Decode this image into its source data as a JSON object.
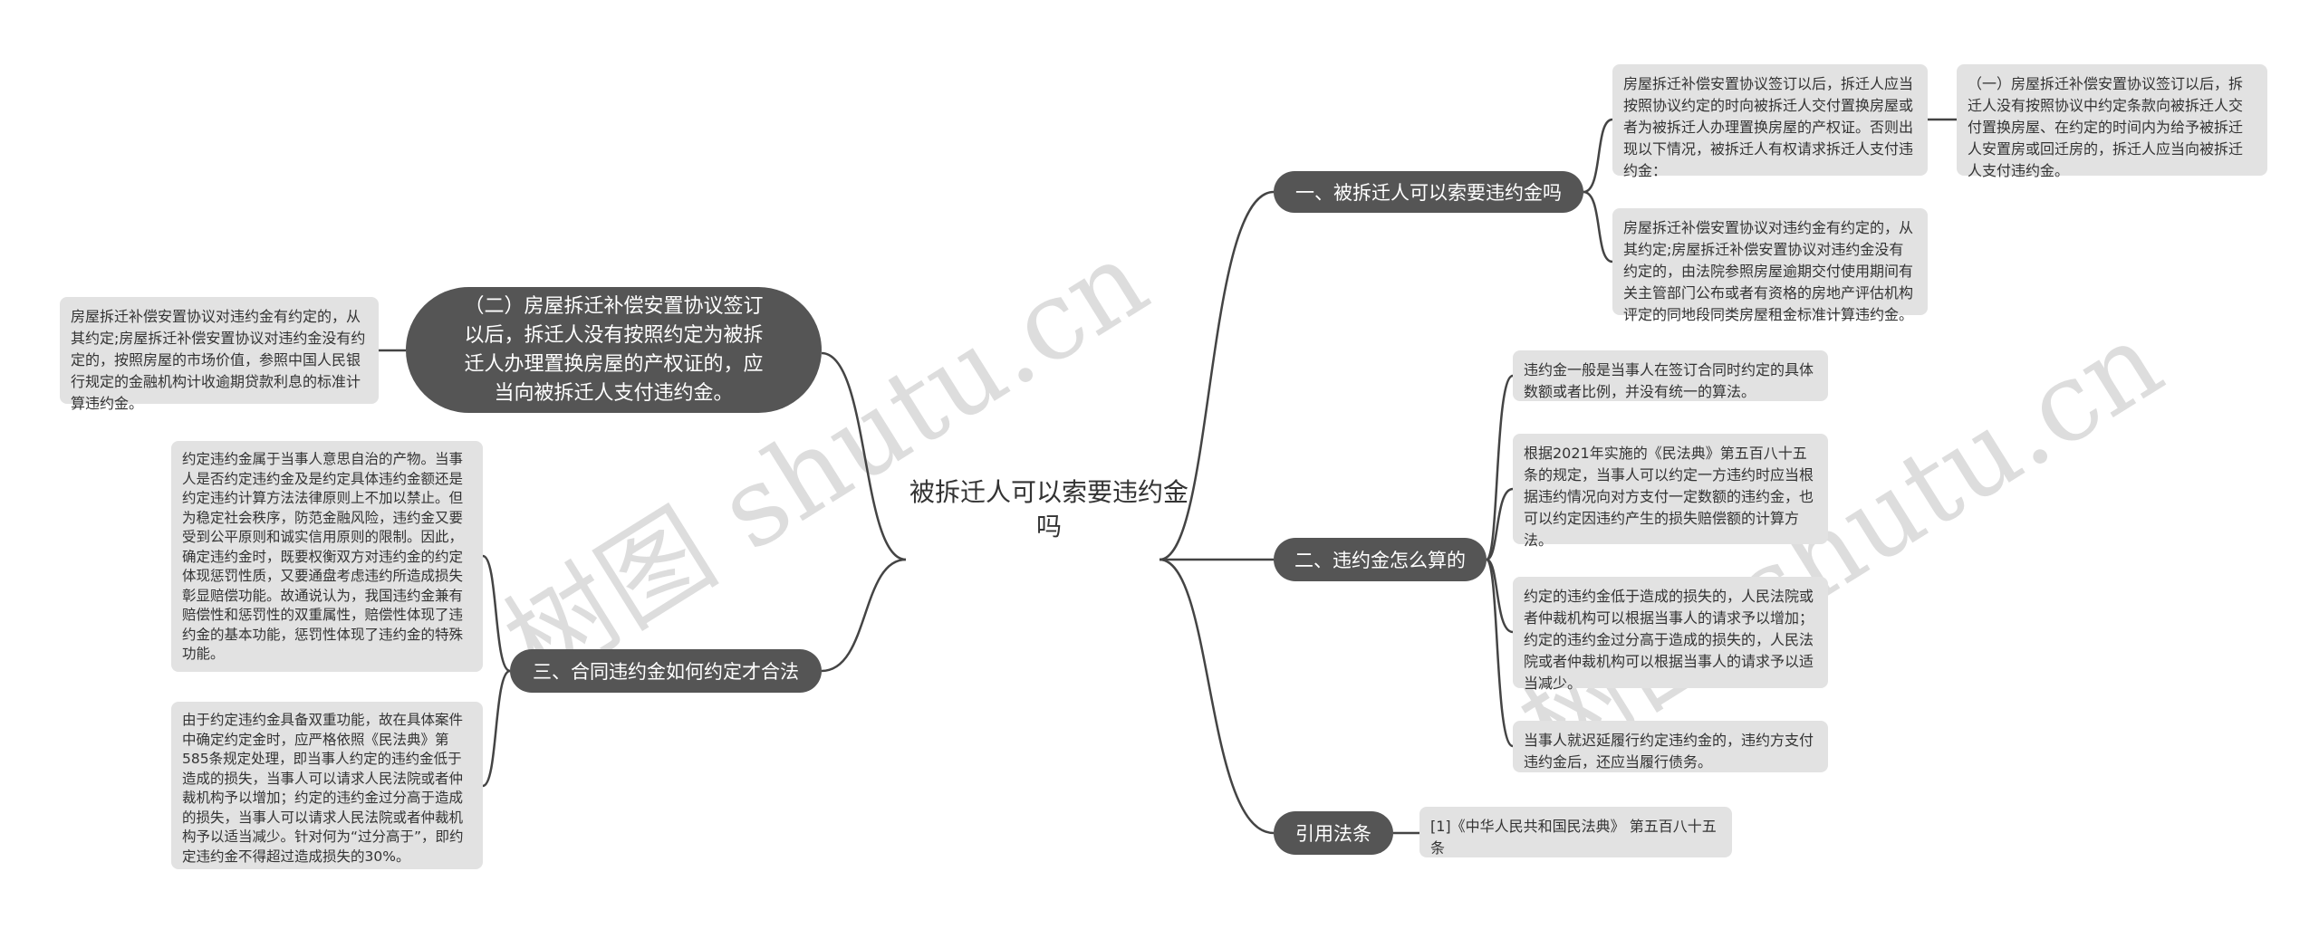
{
  "center": "被拆迁人可以索要违约金吗",
  "watermark": "树图 shutu.cn",
  "branch1": {
    "label": "一、被拆迁人可以索要违约金吗",
    "box_a": "房屋拆迁补偿安置协议签订以后，拆迁人应当按照协议约定的时向被拆迁人交付置换房屋或者为被拆迁人办理置换房屋的产权证。否则出现以下情况，被拆迁人有权请求拆迁人支付违约金：",
    "box_a_child": "（一）房屋拆迁补偿安置协议签订以后，拆迁人没有按照协议中约定条款向被拆迁人交付置换房屋、在约定的时间内为给予被拆迁人安置房或回迁房的，拆迁人应当向被拆迁人支付违约金。",
    "box_c": "房屋拆迁补偿安置协议对违约金有约定的，从其约定;房屋拆迁补偿安置协议对违约金没有约定的，由法院参照房屋逾期交付使用期间有关主管部门公布或者有资格的房地产评估机构评定的同地段同类房屋租金标准计算违约金。"
  },
  "branch2": {
    "label": "二、违约金怎么算的",
    "items": [
      "违约金一般是当事人在签订合同时约定的具体数额或者比例，并没有统一的算法。",
      "根据2021年实施的《民法典》第五百八十五条的规定，当事人可以约定一方违约时应当根据违约情况向对方支付一定数额的违约金，也可以约定因违约产生的损失赔偿额的计算方法。",
      "约定的违约金低于造成的损失的，人民法院或者仲裁机构可以根据当事人的请求予以增加；约定的违约金过分高于造成的损失的，人民法院或者仲裁机构可以根据当事人的请求予以适当减少。",
      "当事人就迟延履行约定违约金的，违约方支付违约金后，还应当履行债务。"
    ]
  },
  "branch_left2": {
    "label": "（二）房屋拆迁补偿安置协议签订以后，拆迁人没有按照约定为被拆迁人办理置换房屋的产权证的，应当向被拆迁人支付违约金。",
    "box": "房屋拆迁补偿安置协议对违约金有约定的，从其约定;房屋拆迁补偿安置协议对违约金没有约定的，按照房屋的市场价值，参照中国人民银行规定的金融机构计收逾期贷款利息的标准计算违约金。"
  },
  "branch3": {
    "label": "三、合同违约金如何约定才合法",
    "items": [
      "约定违约金属于当事人意思自治的产物。当事人是否约定违约金及是约定具体违约金额还是约定违约计算方法法律原则上不加以禁止。但为稳定社会秩序，防范金融风险，违约金又要受到公平原则和诚实信用原则的限制。因此，确定违约金时，既要权衡双方对违约金的约定体现惩罚性质，又要通盘考虑违约所造成损失彰显赔偿功能。故通说认为，我国违约金兼有赔偿性和惩罚性的双重属性，赔偿性体现了违约金的基本功能，惩罚性体现了违约金的特殊功能。",
      "由于约定违约金具备双重功能，故在具体案件中确定约定金时，应严格依照《民法典》第585条规定处理，即当事人约定的违约金低于造成的损失，当事人可以请求人民法院或者仲裁机构予以增加；约定的违约金过分高于造成的损失，当事人可以请求人民法院或者仲裁机构予以适当减少。针对何为“过分高于”，即约定违约金不得超过造成损失的30%。"
    ]
  },
  "branch4": {
    "label": "引用法条",
    "box": "[1]《中华人民共和国民法典》 第五百八十五条"
  }
}
